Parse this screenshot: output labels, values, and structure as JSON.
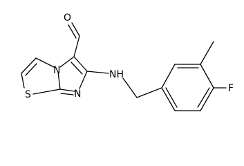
{
  "structure": {
    "atom_labels": {
      "oxygen": "O",
      "ring_nitrogen": "N",
      "imine_nitrogen": "N",
      "sulfur": "S",
      "amine": "NH",
      "fluorine": "F"
    }
  }
}
